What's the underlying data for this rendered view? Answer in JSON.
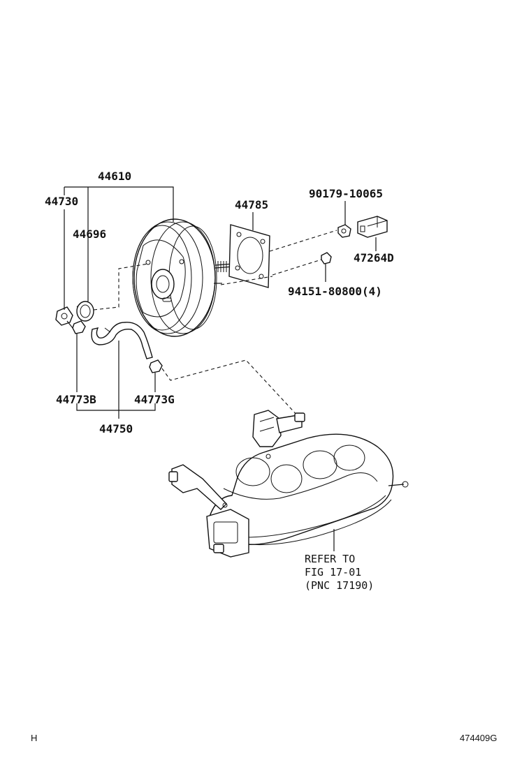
{
  "labels": {
    "p44610": "44610",
    "p44730": "44730",
    "p44696": "44696",
    "p44785": "44785",
    "p90179": "90179-10065",
    "p47264": "47264D",
    "p94151": "94151-80800(4)",
    "p44773b": "44773B",
    "p44773g": "44773G",
    "p44750": "44750"
  },
  "reference": {
    "line1": "REFER TO",
    "line2": "FIG 17-01",
    "line3": "(PNC 17190)"
  },
  "footer": {
    "left": "H",
    "right": "474409G"
  }
}
